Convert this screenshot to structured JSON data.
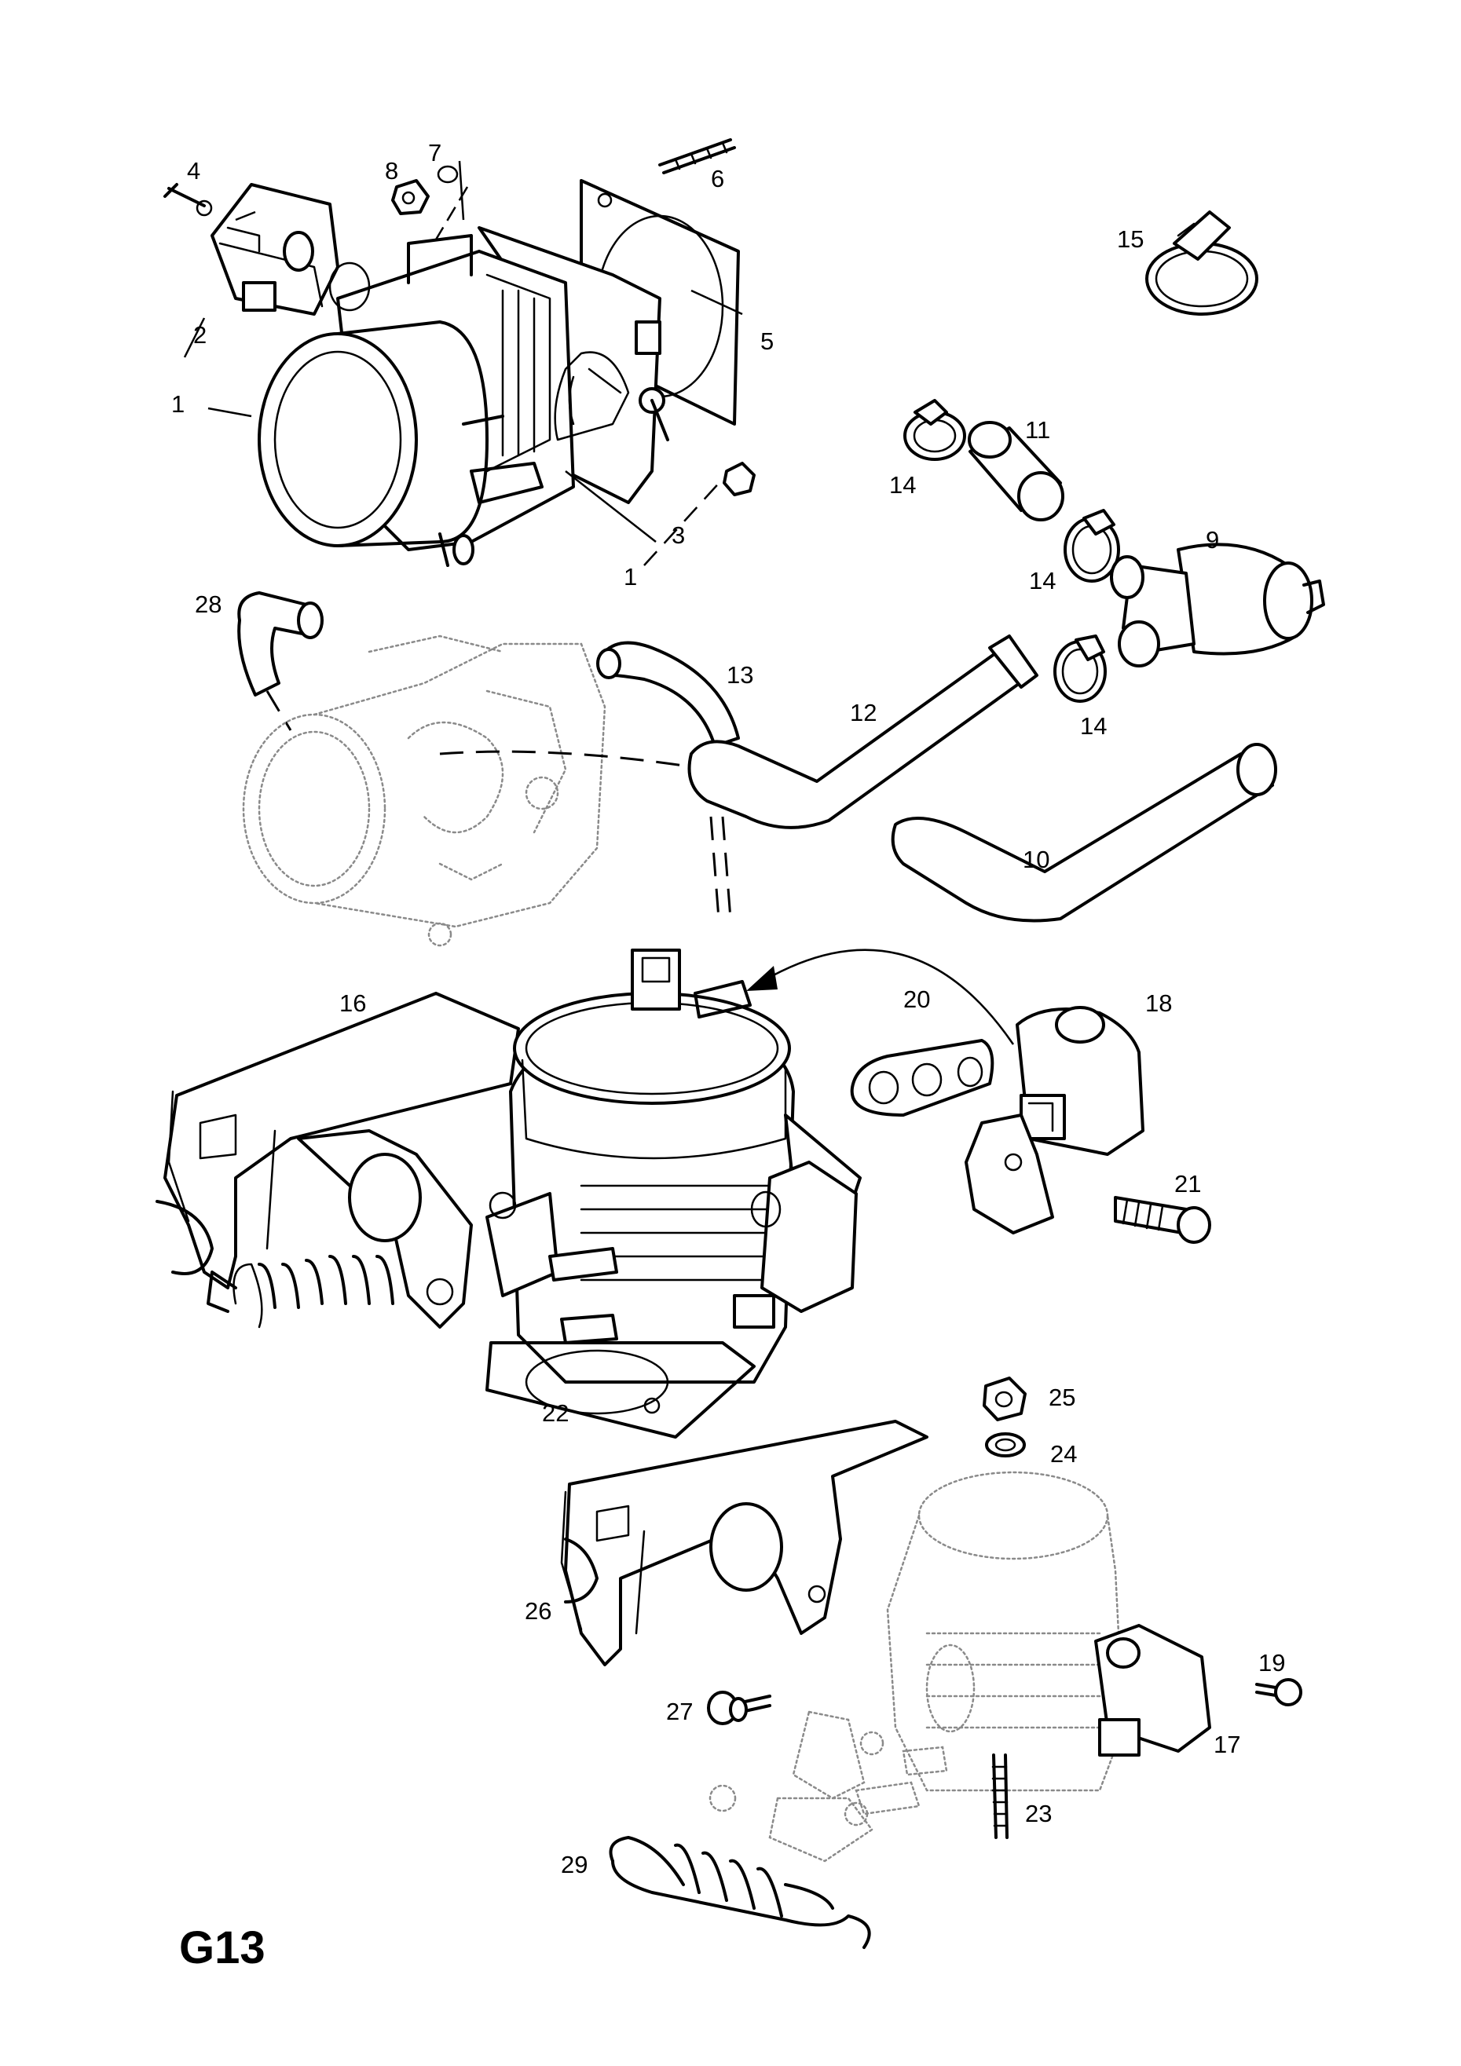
{
  "page_code": "G13",
  "labels": {
    "p1a": "1",
    "p1b": "1",
    "p2": "2",
    "p3": "3",
    "p4": "4",
    "p5": "5",
    "p6": "6",
    "p7": "7",
    "p8": "8",
    "p9": "9",
    "p10": "10",
    "p11": "11",
    "p12": "12",
    "p13": "13",
    "p14a": "14",
    "p14b": "14",
    "p14c": "14",
    "p15": "15",
    "p16": "16",
    "p17": "17",
    "p18": "18",
    "p19": "19",
    "p20": "20",
    "p21": "21",
    "p22": "22",
    "p23": "23",
    "p24": "24",
    "p25": "25",
    "p26": "26",
    "p27": "27",
    "p28": "28",
    "p29": "29"
  }
}
